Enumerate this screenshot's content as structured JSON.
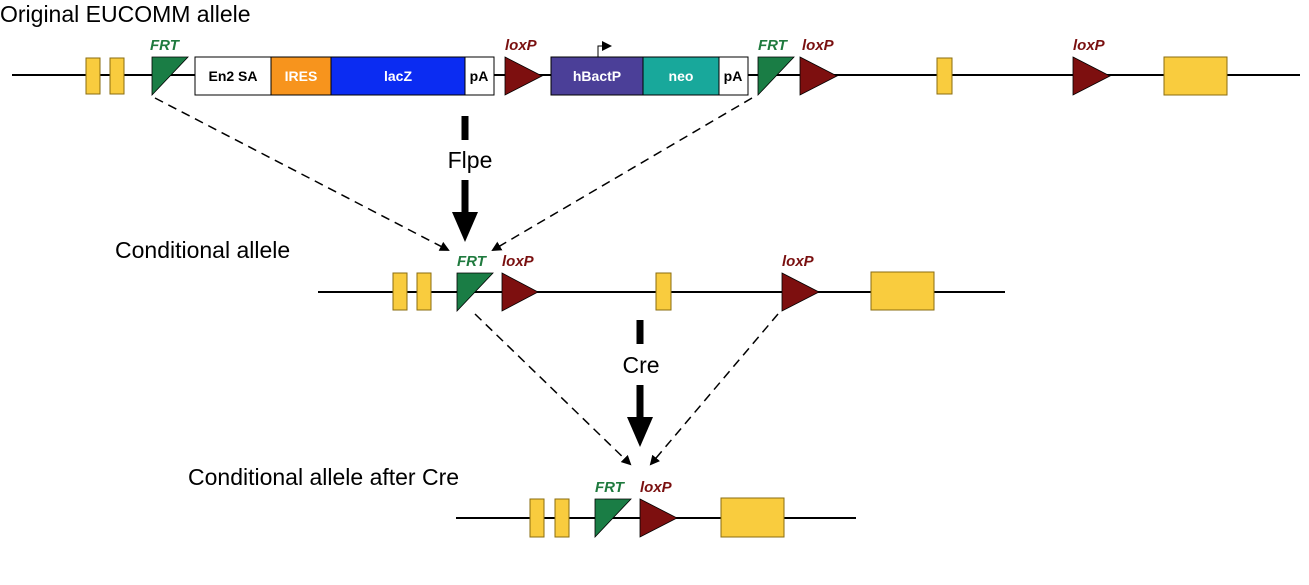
{
  "rows": {
    "original_label": "Original EUCOMM allele",
    "conditional_label": "Conditional allele",
    "after_cre_label": "Conditional allele after Cre"
  },
  "steps": {
    "flpe": "Flpe",
    "cre": "Cre"
  },
  "sites": {
    "frt": "FRT",
    "loxp": "loxP"
  },
  "cassette": {
    "en2sa": "En2 SA",
    "ires": "IRES",
    "lacz": "lacZ",
    "pa": "pA",
    "hbactp": "hBactP",
    "neo": "neo"
  },
  "colors": {
    "exon": "#f9cc3e",
    "frt": "#1a7d45",
    "loxp": "#7d0f0f",
    "ires": "#f7941d",
    "lacz": "#0b2cf2",
    "hbactp": "#4b3f98",
    "neo": "#18a89b",
    "white_box": "#ffffff"
  }
}
